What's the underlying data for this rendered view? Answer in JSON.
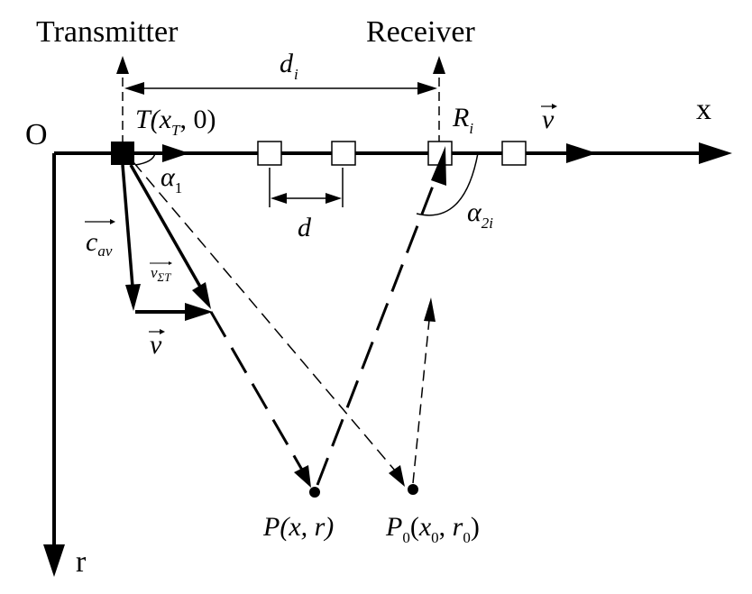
{
  "labels": {
    "transmitter": "Transmitter",
    "receiver": "Receiver",
    "origin": "O",
    "x_axis": "x",
    "r_axis": "r",
    "d_i": {
      "main": "d",
      "sub": "i"
    },
    "d": "d",
    "T": {
      "pre": "T(",
      "x": "x",
      "sub": "T",
      "post": ", 0)"
    },
    "R_i": {
      "main": "R",
      "sub": "i"
    },
    "v_top": "v",
    "v_bottom": "v",
    "alpha_1": {
      "main": "α",
      "sub": "1"
    },
    "alpha_2i": {
      "main": "α",
      "sub": "2i"
    },
    "c_av": {
      "main": "c",
      "sub": "av"
    },
    "v_sum_T": {
      "main": "v",
      "sub": "ΣT"
    },
    "P": {
      "pre": "P",
      "args": "(x, r)"
    },
    "P0": {
      "pre": "P",
      "sub0": "0",
      "open": "(",
      "x": "x",
      "xsub": "0",
      "comma": ", ",
      "r": "r",
      "rsub": "0",
      "close": ")"
    }
  },
  "colors": {
    "ink": "#000000",
    "background": "#ffffff"
  },
  "icons": {
    "transmitter": "filled-square",
    "receivers": "hollow-squares",
    "targets": "filled-dots"
  }
}
